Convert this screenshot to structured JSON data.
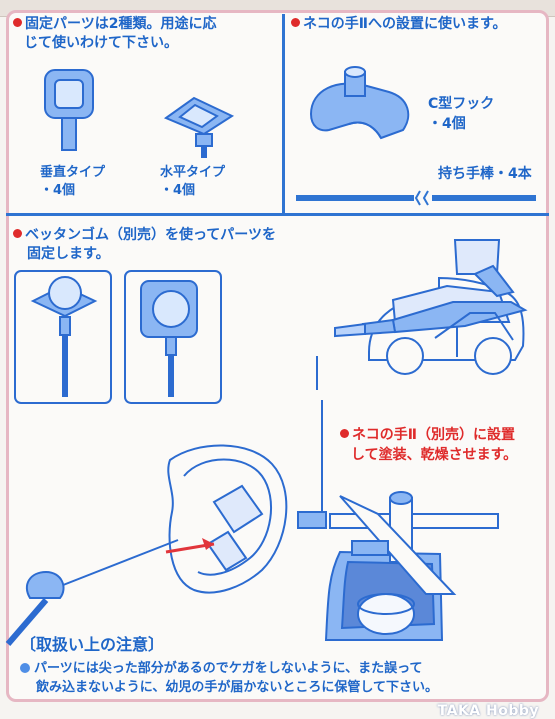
{
  "top_left": {
    "line1": "固定パーツは2種類。用途に応",
    "line2": "じて使いわけて下さい。",
    "vertical_label": "垂直タイプ",
    "vertical_count": "・4個",
    "horizontal_label": "水平タイプ",
    "horizontal_count": "・4個"
  },
  "top_right": {
    "heading": "ネコの手Ⅱへの設置に使います。",
    "hook_label": "C型フック",
    "hook_count": "・4個",
    "bar_label": "持ち手棒・4本"
  },
  "middle_left": {
    "line1": "ベッタンゴム（別売）を使ってパーツを",
    "line2": "固定します。"
  },
  "middle_right": {
    "line1": "ネコの手Ⅱ（別売）に設置",
    "line2": "して塗装、乾燥させます。"
  },
  "caution": {
    "title": "〔取扱い上の注意〕",
    "line1": "パーツには尖った部分があるのでケガをしないように、また誤って",
    "line2": "飲み込まないように、幼児の手が届かないところに保管して下さい。"
  },
  "watermark": "TAKA Hobby",
  "colors": {
    "accent": "#1f66c8",
    "alert": "#df2b2b",
    "panel_border": "#e6b7c3"
  }
}
